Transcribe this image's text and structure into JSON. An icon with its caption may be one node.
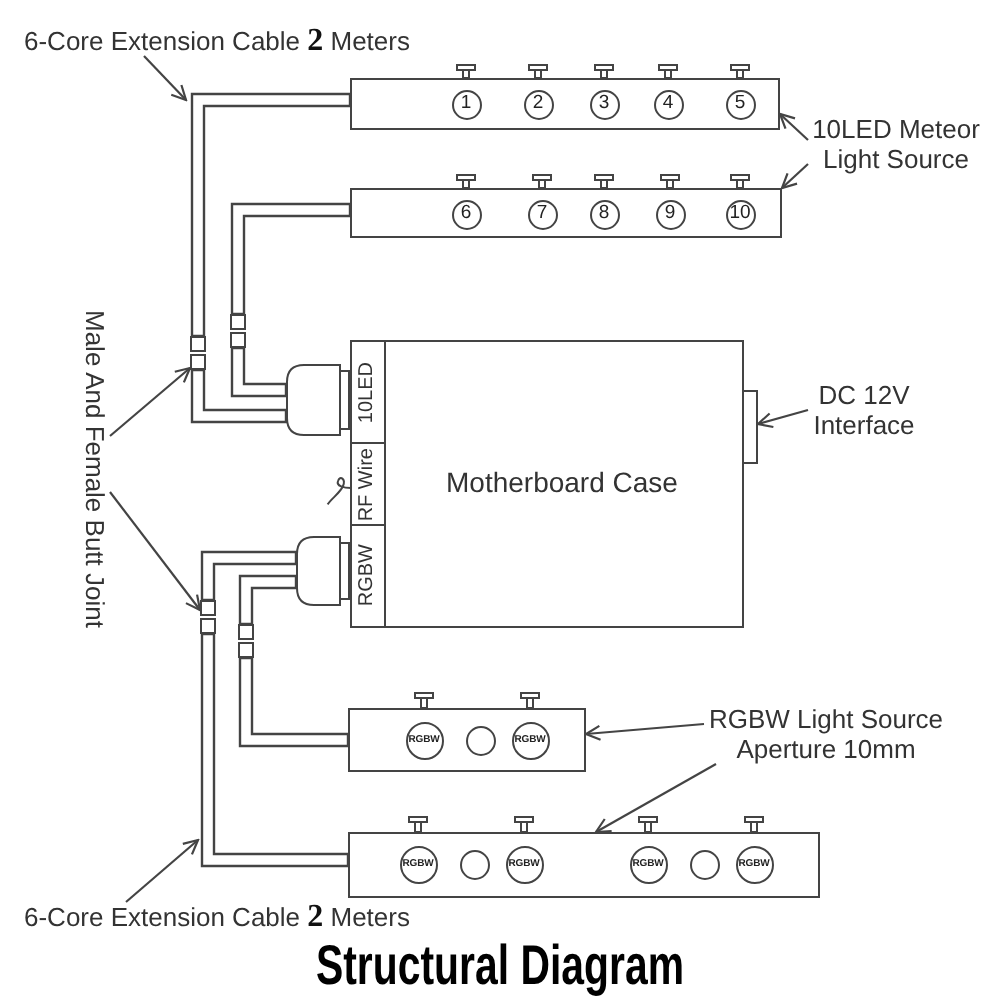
{
  "diagram": {
    "title": "Structural Diagram",
    "nodes": [
      {
        "text": [
          "6-Core Extension Cable **2** Meters"
        ]
      },
      {
        "text": [],
        "shape": "bar"
      },
      {
        "text": [
          "1"
        ],
        "in": 1
      },
      {
        "text": [
          "2"
        ],
        "in": 1
      },
      {
        "text": [
          "3"
        ],
        "in": 1
      },
      {
        "text": [
          "4"
        ],
        "in": 1
      },
      {
        "text": [
          "5"
        ],
        "in": 1
      },
      {
        "text": [
          "10LED Meteor Light Source"
        ]
      },
      {
        "text": [],
        "shape": "bar"
      },
      {
        "text": [
          "6"
        ],
        "in": 8
      },
      {
        "text": [
          "7"
        ],
        "in": 8
      },
      {
        "text": [
          "8"
        ],
        "in": 8
      },
      {
        "text": [
          "9"
        ],
        "in": 8
      },
      {
        "text": [
          "10"
        ],
        "in": 8
      },
      {
        "text": [
          "Male And Female Butt Joint"
        ]
      },
      {
        "text": [],
        "shape": "box"
      },
      {
        "text": [],
        "shape": "box"
      },
      {
        "text": [],
        "shape": "box"
      },
      {
        "text": [
          "Motherboard Case"
        ]
      },
      {
        "text": [
          "10LED"
        ],
        "in": 18
      },
      {
        "text": [
          "RF Wire"
        ],
        "in": 18
      },
      {
        "text": [
          "RGBW"
        ],
        "in": 18
      },
      {
        "text": [],
        "shape": "box"
      },
      {
        "text": [
          "DC 12V Interface"
        ]
      },
      {
        "text": [],
        "shape": "box"
      },
      {
        "text": [],
        "shape": "box"
      },
      {
        "text": [],
        "shape": "box"
      },
      {
        "text": [
          "RGBW Light Source Aperture 10mm"
        ]
      },
      {
        "text": [],
        "shape": "bar"
      },
      {
        "text": [
          "RGBW"
        ],
        "in": 28
      },
      {
        "text": [],
        "shape": "circle",
        "in": 28
      },
      {
        "text": [
          "RGBW"
        ],
        "in": 28
      },
      {
        "text": [],
        "shape": "bar"
      },
      {
        "text": [
          "RGBW"
        ],
        "in": 32
      },
      {
        "text": [],
        "shape": "circle",
        "in": 32
      },
      {
        "text": [
          "RGBW"
        ],
        "in": 32
      },
      {
        "text": [
          "RGBW"
        ],
        "in": 32
      },
      {
        "text": [],
        "shape": "circle",
        "in": 32
      },
      {
        "text": [
          "RGBW"
        ],
        "in": 32
      },
      {
        "text": [
          "6-Core Extension Cable **2** Meters"
        ]
      }
    ],
    "edges": [
      {
        "from": 0,
        "to": null,
        "arrow": "to"
      },
      {
        "from": 7,
        "to": 1,
        "arrow": "to"
      },
      {
        "from": 7,
        "to": 8,
        "arrow": "to"
      },
      {
        "from": 14,
        "to": 15,
        "arrow": "to"
      },
      {
        "from": 14,
        "to": 25,
        "arrow": "to"
      },
      {
        "from": 23,
        "to": 22,
        "arrow": "to"
      },
      {
        "from": 27,
        "to": 28,
        "arrow": "to"
      },
      {
        "from": 27,
        "to": 32,
        "arrow": "to"
      },
      {
        "from": 39,
        "to": null,
        "arrow": "to"
      },
      {
        "from": 1,
        "to": 15,
        "arrow": "none"
      },
      {
        "from": 15,
        "to": 17,
        "arrow": "none"
      },
      {
        "from": 8,
        "to": 16,
        "arrow": "none"
      },
      {
        "from": 16,
        "to": 17,
        "arrow": "none"
      },
      {
        "from": 32,
        "to": 25,
        "arrow": "none"
      },
      {
        "from": 25,
        "to": 24,
        "arrow": "none"
      },
      {
        "from": 28,
        "to": 26,
        "arrow": "none"
      },
      {
        "from": 26,
        "to": 24,
        "arrow": "none"
      }
    ]
  }
}
